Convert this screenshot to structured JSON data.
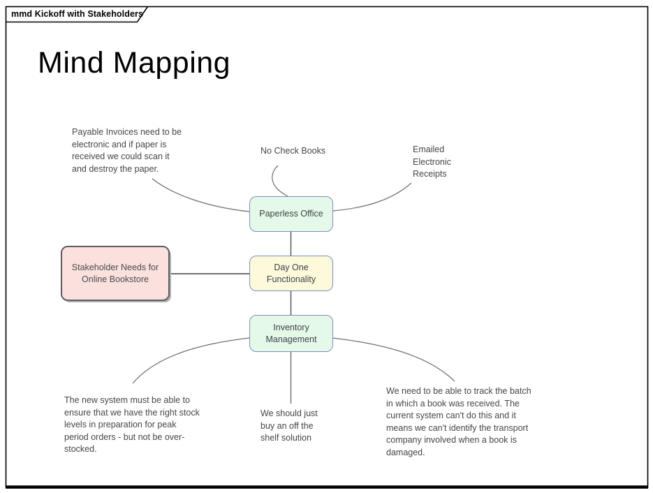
{
  "frame": {
    "tab_label": "mmd Kickoff with Stakeholders"
  },
  "title": "Mind Mapping",
  "colors": {
    "topic_green_fill": "#e5f9e9",
    "topic_yellow_fill": "#fcfadb",
    "root_pink_fill": "#fbe1de",
    "topic_border": "#7d8cc4",
    "root_border": "#5c5c5c",
    "connector_curve": "#6e6e6e",
    "connector_straight": "#595959",
    "annotation_text": "#464646",
    "frame_border": "#000000"
  },
  "nodes": {
    "root": {
      "label": "Stakeholder Needs for\nOnline Bookstore"
    },
    "paperless": {
      "label": "Paperless Office"
    },
    "day_one": {
      "label": "Day One\nFunctionality"
    },
    "inventory": {
      "label": "Inventory\nManagement"
    }
  },
  "annotations": {
    "payable_invoices": "Payable Invoices need to be\nelectronic and if paper is\nreceived we could scan it\nand destroy the paper.",
    "no_check_books": "No Check Books",
    "emailed_receipts": "Emailed\nElectronic\nReceipts",
    "stock_levels": "The new system must be able to\nensure that we have the right stock\nlevels in preparation for peak\nperiod orders - but not be over-\nstocked.",
    "off_the_shelf": "We should just\nbuy an off the\nshelf solution",
    "track_batch": "We need to be able to track the batch\nin which a book was received. The\ncurrent system can't do this and it\nmeans we can't identify the transport\ncompany involved when a book is\ndamaged."
  }
}
